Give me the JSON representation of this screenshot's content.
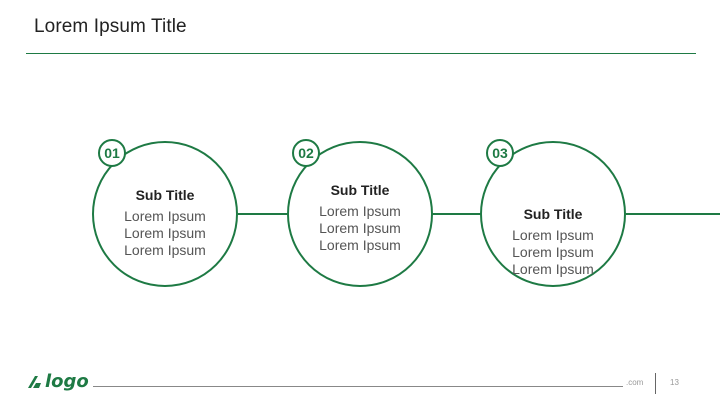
{
  "slide": {
    "title": "Lorem Ipsum Title"
  },
  "steps": [
    {
      "number": "01",
      "subtitle": "Sub Title",
      "lines": [
        "Lorem Ipsum",
        "Lorem Ipsum",
        "Lorem Ipsum"
      ]
    },
    {
      "number": "02",
      "subtitle": "Sub Title",
      "lines": [
        "Lorem Ipsum",
        "Lorem Ipsum",
        "Lorem Ipsum"
      ]
    },
    {
      "number": "03",
      "subtitle": "Sub Title",
      "lines": [
        "Lorem Ipsum",
        "Lorem Ipsum",
        "Lorem Ipsum"
      ]
    }
  ],
  "footer": {
    "logo_text": "logo",
    "domain": ".com",
    "page_number": "13"
  },
  "colors": {
    "accent": "#1e7a44",
    "title_text": "#222222",
    "body_text": "#555555"
  },
  "icons": {
    "logo_mark": "logo-mark-icon"
  }
}
